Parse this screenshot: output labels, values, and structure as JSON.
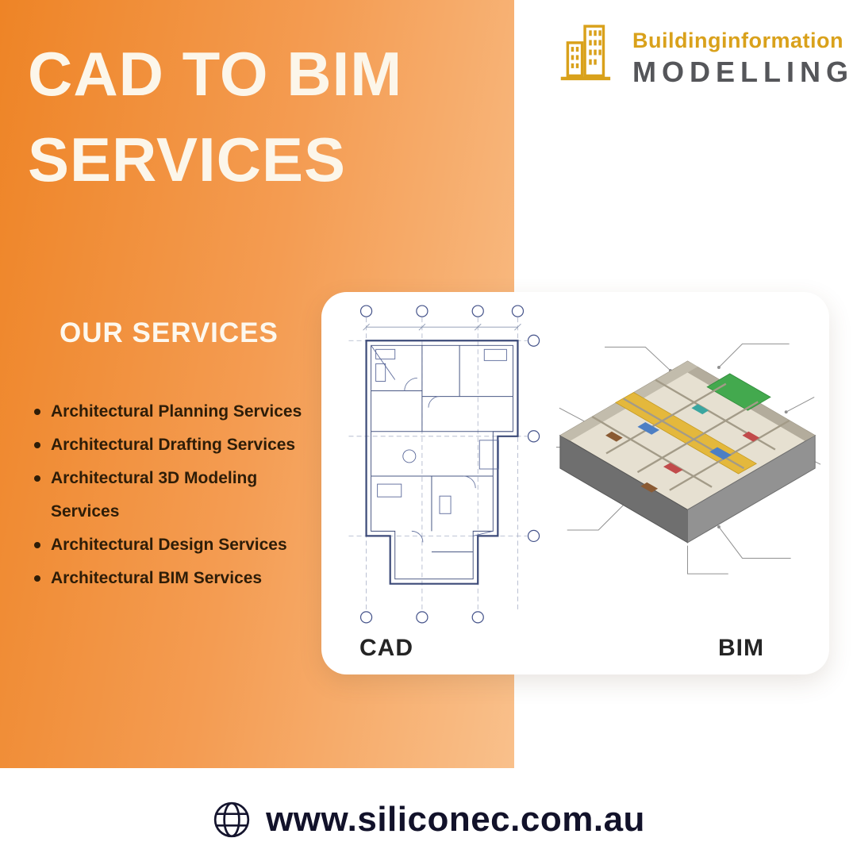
{
  "header": {
    "title_lines": [
      "CAD TO BIM",
      "SERVICES"
    ]
  },
  "logo": {
    "line1": "Buildinginformation",
    "line2": "MODELLING",
    "icon": "buildings-icon",
    "gold_color": "#d9a11b",
    "gray_color": "#55565a"
  },
  "services": {
    "heading": "OUR SERVICES",
    "items": [
      "Architectural Planning Services",
      "Architectural Drafting Services",
      "Architectural 3D Modeling Services",
      "Architectural Design Services",
      "Architectural BIM Services"
    ]
  },
  "comparison": {
    "cad_label": "CAD",
    "bim_label": "BIM",
    "cad_image": "cad-floor-plan-drawing",
    "bim_image": "bim-3d-isometric-model"
  },
  "footer": {
    "website": "www.siliconec.com.au",
    "icon": "globe-icon"
  },
  "colors": {
    "panel_orange_start": "#ee8426",
    "panel_orange_end": "#f9c08b",
    "title_text": "#fcf6ea",
    "list_text": "#2e1d08",
    "footer_text": "#12122a"
  }
}
